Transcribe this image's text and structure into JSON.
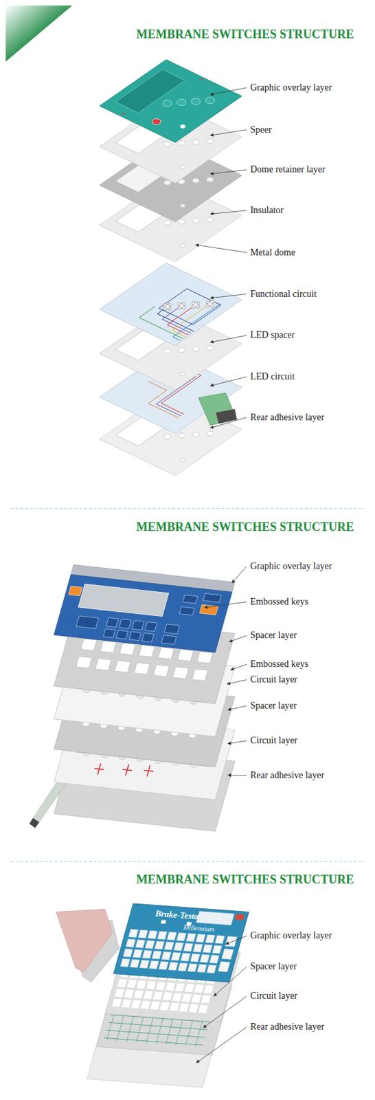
{
  "diagram": {
    "labels": [
      "MEMBRANE SWITCHES STRUCTURE",
      "Graphic overlay layer",
      "Speer",
      "Dome retainer layer",
      "Insulator",
      "Metal dome",
      "Functional circuit",
      "LED spacer",
      "LED circuit",
      "Rear adhesive layer",
      "MEMBRANE SWITCHES STRUCTURE",
      "Graphic overlay layer",
      "Embossed keys",
      "Spacer layer",
      "Embossed keys",
      "Circuit layer",
      "Spacer layer",
      "Circuit layer",
      "Rear adhesive layer",
      "MEMBRANE SWITCHES STRUCTURE",
      "Brake-Testa",
      "Millennium",
      "Graphic overlay layer",
      "Spacer layer",
      "Circuit layer",
      "Rear adhesive layer"
    ]
  }
}
